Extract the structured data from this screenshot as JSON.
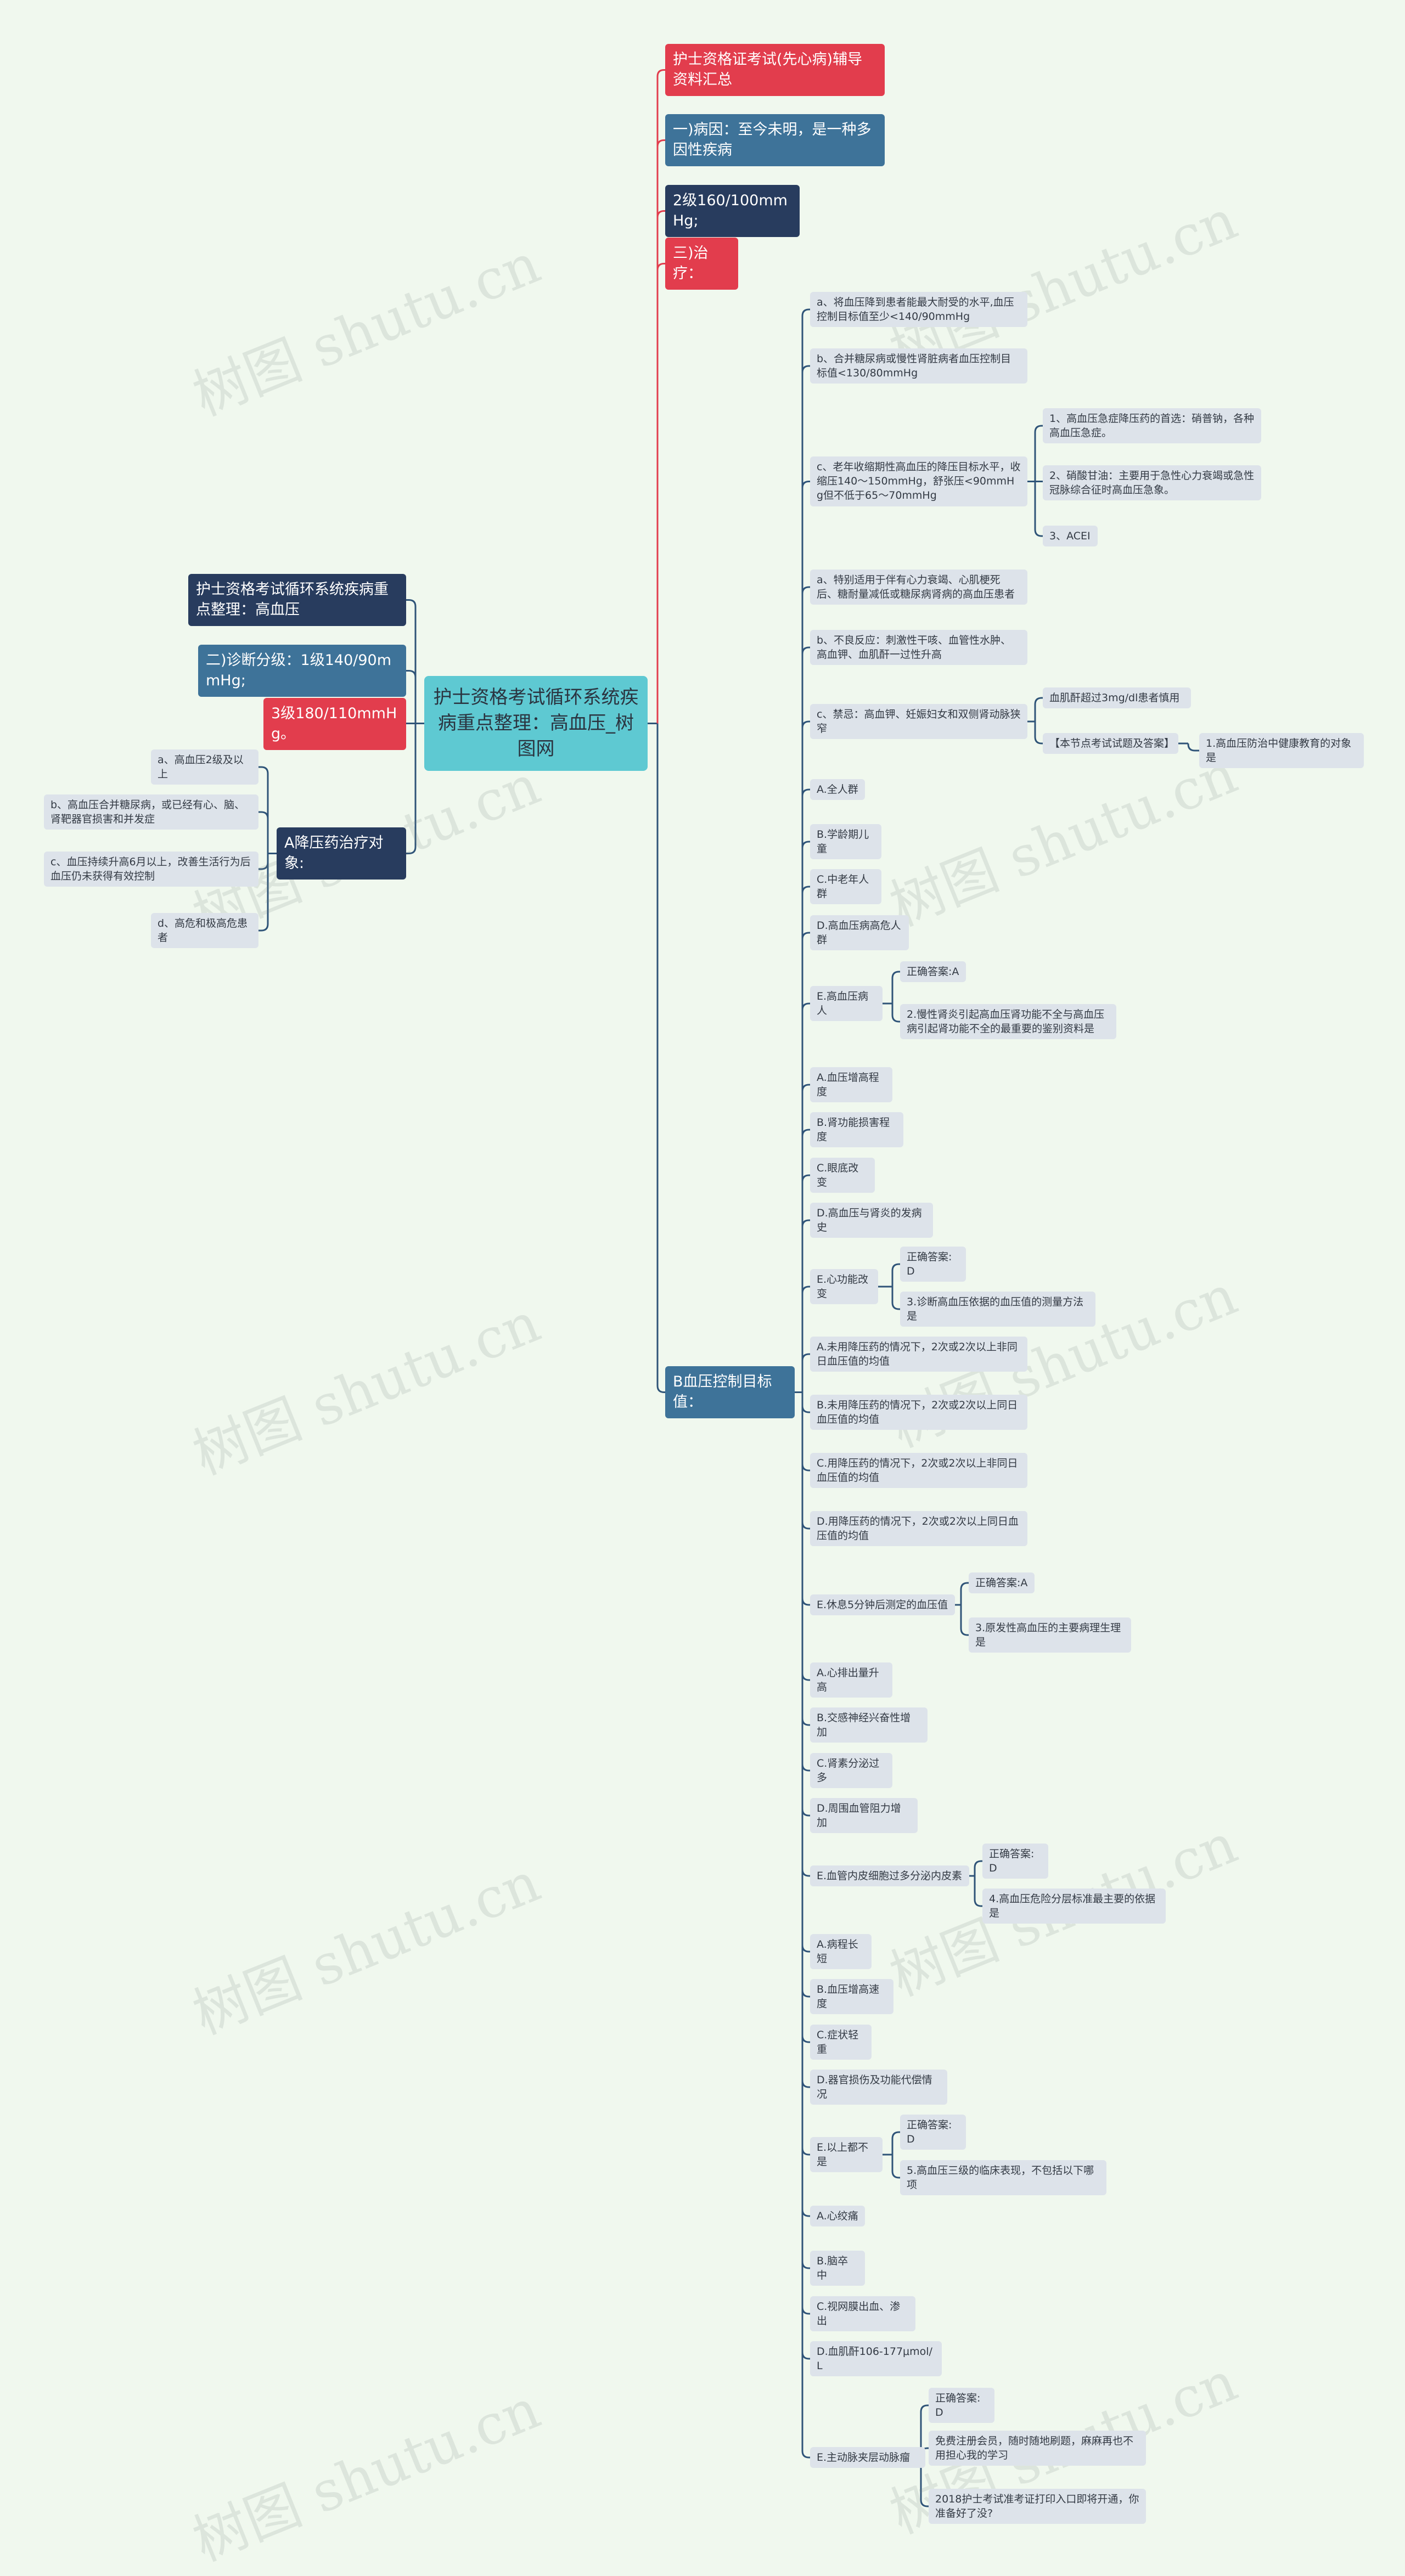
{
  "watermark": "树图 shutu.cn",
  "root": "护士资格考试循环系统疾病重点整理：高血压_树图网",
  "left": {
    "title": "护士资格考试循环系统疾病重点整理：高血压",
    "diag": "二)诊断分级：1级140/90mmHg;",
    "grade3": "3级180/110mmHg。",
    "treat": "A降压药治疗对象:",
    "treat_items": [
      "a、高血压2级及以上",
      "b、高血压合并糖尿病，或已经有心、脑、肾靶器官损害和并发症",
      "c、血压持续升高6月以上，改善生活行为后血压仍未获得有效控制",
      "d、高危和极高危患者"
    ]
  },
  "right": {
    "top": "护士资格证考试(先心病)辅导资料汇总",
    "cause": "一)病因：至今未明，是一种多因性疾病",
    "grade2": "2级160/100mmHg;",
    "treat3": "三)治疗：",
    "target": "B血压控制目标值：",
    "items": {
      "a1": "a、将血压降到患者能最大耐受的水平,血压控制目标值至少<140/90mmHg",
      "b1": "b、合并糖尿病或慢性肾脏病者血压控制目标值<130/80mmHg",
      "c1": "c、老年收缩期性高血压的降压目标水平，收缩压140～150mmHg，舒张压<90mmHg但不低于65～70mmHg",
      "c1_1": "1、高血压急症降压药的首选：硝普钠，各种高血压急症。",
      "c1_2": "2、硝酸甘油：主要用于急性心力衰竭或急性冠脉综合征时高血压急象。",
      "c1_3": "3、ACEI",
      "a2": "a、特别适用于伴有心力衰竭、心肌梗死后、糖耐量减低或糖尿病肾病的高血压患者",
      "b2": "b、不良反应：刺激性干咳、血管性水肿、高血钾、血肌酐一过性升高",
      "c2": "c、禁忌：高血钾、妊娠妇女和双侧肾动脉狭窄",
      "c2_1": "血肌酐超过3mg/dl患者慎用",
      "c2_2": "【本节点考试试题及答案】",
      "c2_2_1": "1.高血压防治中健康教育的对象是",
      "q1_A": "A.全人群",
      "q1_B": "B.学龄期儿童",
      "q1_C": "C.中老年人群",
      "q1_D": "D.高血压病高危人群",
      "q1_E": "E.高血压病人",
      "q1_ans": "正确答案:A",
      "q1_next": "2.慢性肾炎引起高血压肾功能不全与高血压病引起肾功能不全的最重要的鉴别资料是",
      "q2_A": "A.血压增高程度",
      "q2_B": "B.肾功能损害程度",
      "q2_C": "C.眼底改变",
      "q2_D": "D.高血压与肾炎的发病史",
      "q2_E": "E.心功能改变",
      "q2_ans": "正确答案:D",
      "q2_next": "3.诊断高血压依据的血压值的测量方法是",
      "q3_A": "A.未用降压药的情况下，2次或2次以上非同日血压值的均值",
      "q3_B": "B.未用降压药的情况下，2次或2次以上同日血压值的均值",
      "q3_C": "C.用降压药的情况下，2次或2次以上非同日血压值的均值",
      "q3_D": "D.用降压药的情况下，2次或2次以上同日血压值的均值",
      "q3_E": "E.休息5分钟后测定的血压值",
      "q3_ans": "正确答案:A",
      "q3_next": "3.原发性高血压的主要病理生理是",
      "q4_A": "A.心排出量升高",
      "q4_B": "B.交感神经兴奋性增加",
      "q4_C": "C.肾素分泌过多",
      "q4_D": "D.周围血管阻力增加",
      "q4_E": "E.血管内皮细胞过多分泌内皮素",
      "q4_ans": "正确答案:D",
      "q4_next": "4.高血压危险分层标准最主要的依据是",
      "q5_A": "A.病程长短",
      "q5_B": "B.血压增高速度",
      "q5_C": "C.症状轻重",
      "q5_D": "D.器官损伤及功能代偿情况",
      "q5_E": "E.以上都不是",
      "q5_ans": "正确答案:D",
      "q5_next": "5.高血压三级的临床表现，不包括以下哪项",
      "q6_A": "A.心绞痛",
      "q6_B": "B.脑卒中",
      "q6_C": "C.视网膜出血、渗出",
      "q6_D": "D.血肌酐106-177μmol/L",
      "q6_E": "E.主动脉夹层动脉瘤",
      "q6_ans": "正确答案:D",
      "q6_free": "免费注册会员，随时随地刷题，麻麻再也不用担心我的学习",
      "q6_more": "2018护士考试准考证打印入口即将开通，你准备好了没?"
    }
  },
  "colors": {
    "background": "#f0f8ee",
    "line": "#2f5478",
    "red_line": "#e23d4d",
    "root": "#5ec9d2"
  }
}
